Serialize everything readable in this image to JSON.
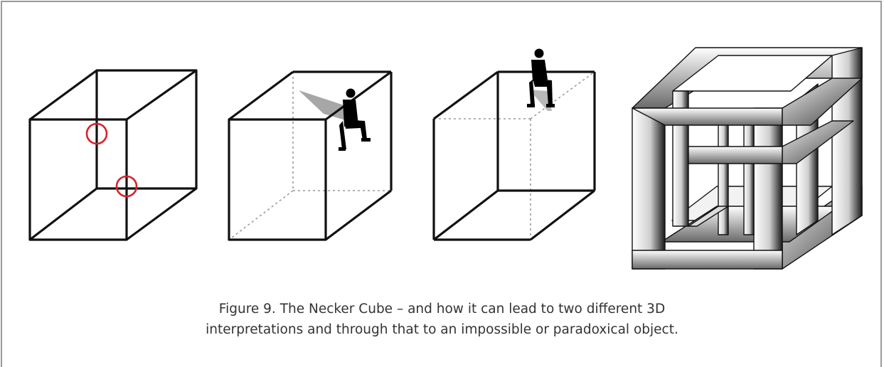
{
  "caption": {
    "line1": "Figure 9. The Necker Cube – and how it can lead to two different 3D",
    "line2": "interpretations and through that to an impossible or paradoxical object."
  },
  "panels": [
    {
      "id": "necker-cube",
      "marker_color": "#d9222a"
    },
    {
      "id": "cube-interpretation-1",
      "figure": "person-sitting-on-edge"
    },
    {
      "id": "cube-interpretation-2",
      "figure": "person-sitting-on-edge"
    },
    {
      "id": "impossible-cube"
    }
  ],
  "colors": {
    "line": "#111111",
    "hidden_edge": "#9a9a9a",
    "marker": "#d9222a",
    "border": "#9a9a9a"
  }
}
